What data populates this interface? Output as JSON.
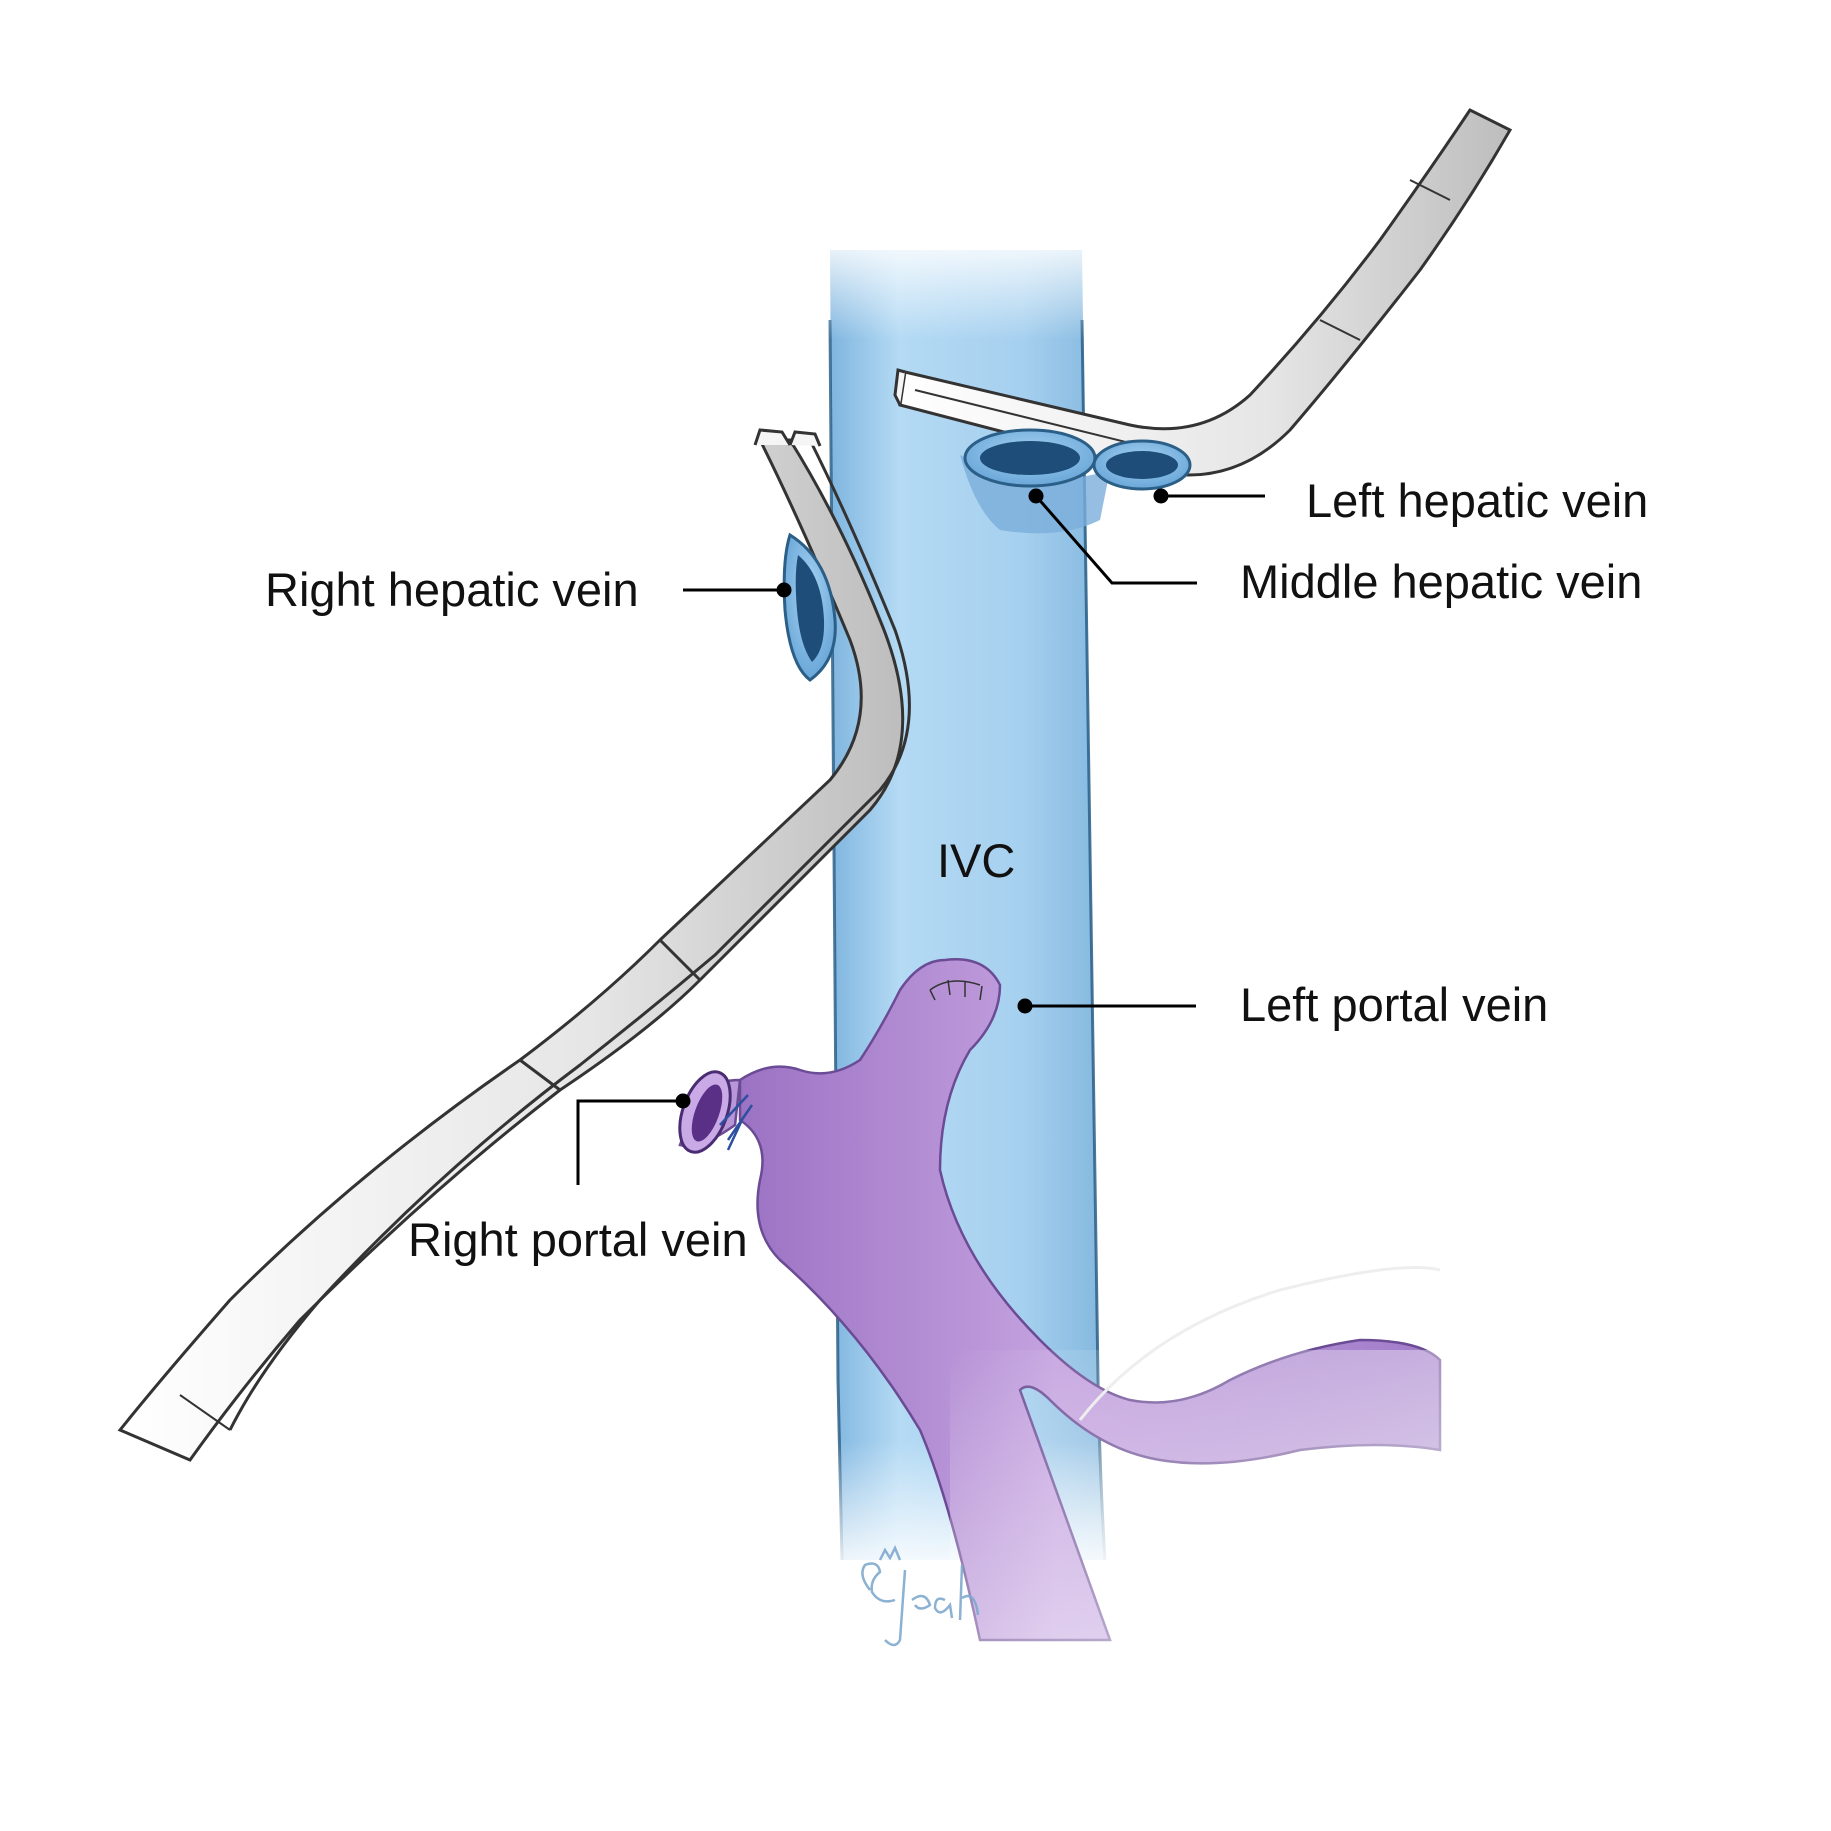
{
  "labels": {
    "left_hepatic_vein": "Left hepatic vein",
    "middle_hepatic_vein": "Middle hepatic vein",
    "right_hepatic_vein": "Right hepatic vein",
    "ivc": "IVC",
    "left_portal_vein": "Left portal vein",
    "right_portal_vein": "Right portal vein"
  },
  "signature": "Jeah",
  "colors": {
    "ivc": "#a9d3f0",
    "ivc_edge": "#2b5f87",
    "hepatic_cuff": "#7fb8e6",
    "hepatic_lumen": "#1d4d78",
    "portal_vein": "#b38bd3",
    "portal_lumen": "#5a2f86",
    "clamp": "#efefef",
    "clamp_edge": "#333333",
    "leader": "#000000"
  }
}
